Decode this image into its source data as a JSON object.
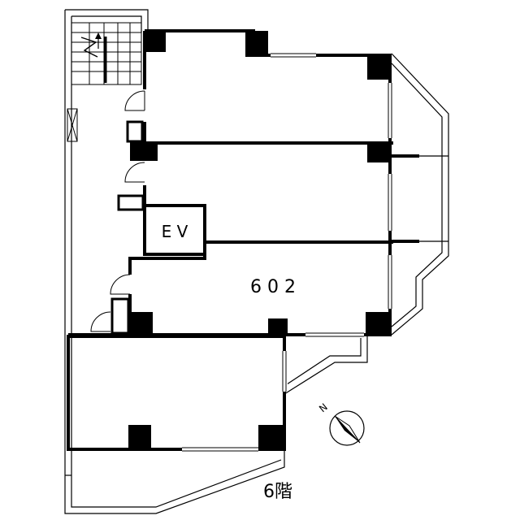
{
  "floor_plan": {
    "elevator_label": "E V",
    "unit_label": "6 0 2",
    "floor_label": "6階",
    "compass_label": "N"
  }
}
